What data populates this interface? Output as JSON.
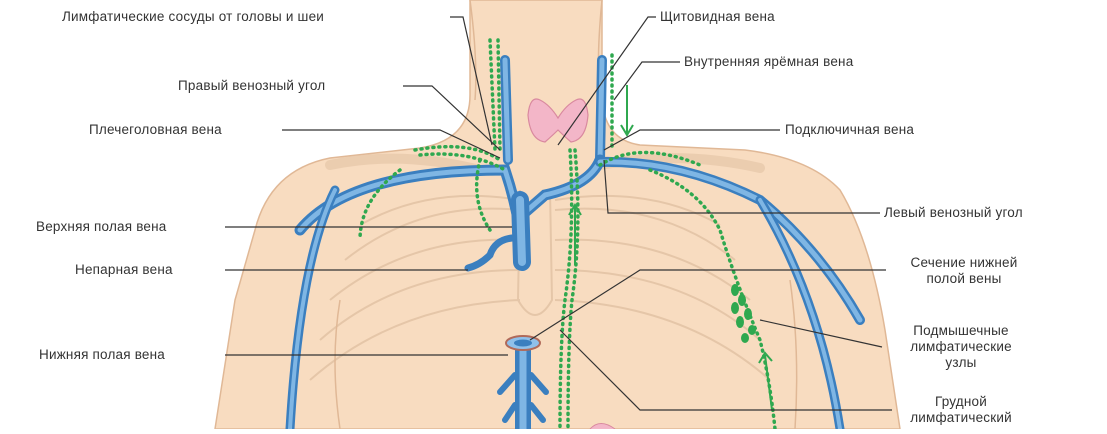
{
  "labels": {
    "lymph_head_neck": "Лимфатические сосуды от головы и шеи",
    "thyroid_vein": "Щитовидная вена",
    "internal_jugular": "Внутренняя ярёмная вена",
    "right_venous_angle": "Правый венозный угол",
    "brachiocephalic": "Плечеголовная вена",
    "subclavian": "Подключичная вена",
    "left_venous_angle": "Левый венозный угол",
    "superior_vena_cava": "Верхняя полая вена",
    "azygos": "Непарная вена",
    "ivc_section_l1": "Сечение нижней",
    "ivc_section_l2": "полой вены",
    "inferior_vena_cava": "Нижняя полая вена",
    "axillary_l1": "Подмышечные",
    "axillary_l2": "лимфатические",
    "axillary_l3": "узлы",
    "thoracic_l1": "Грудной",
    "thoracic_l2": "лимфатический"
  },
  "colors": {
    "skin": "#f8dcc0",
    "skin_outline": "#e0b896",
    "vein": "#5f9fd6",
    "vein_dark": "#3b7fbf",
    "lymph": "#2fa84f",
    "thyroid": "#f3b6c8",
    "bone_line": "#e5c6a8",
    "leader": "#333333"
  }
}
